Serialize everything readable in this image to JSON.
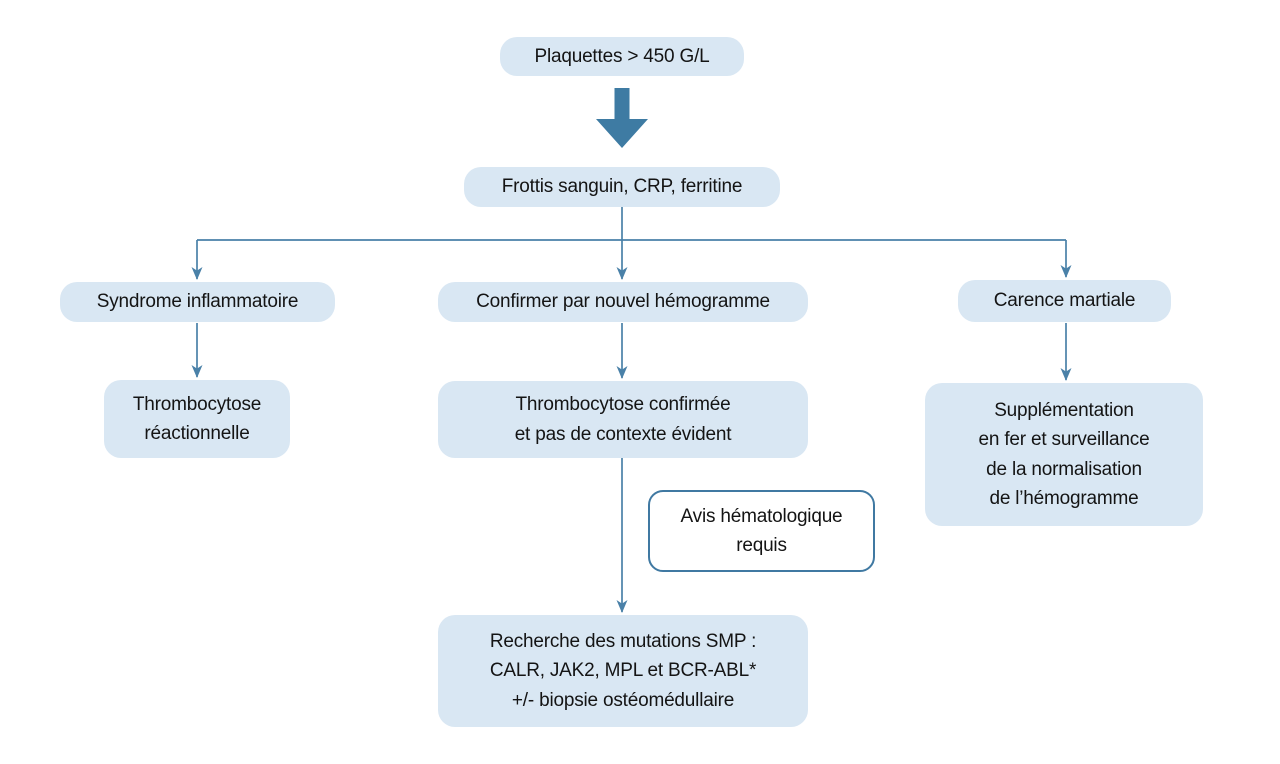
{
  "diagram": {
    "type": "flowchart",
    "language": "fr",
    "subject": "Conduite à tenir devant une thrombocytose",
    "nodes": {
      "plaquettes": {
        "label": "Plaquettes > 450 G/L",
        "style": "filled"
      },
      "frottis": {
        "label": "Frottis sanguin, CRP, ferritine",
        "style": "filled"
      },
      "syndrome_inflammatoire": {
        "label": "Syndrome inflammatoire",
        "style": "filled"
      },
      "confirmer_hemogramme": {
        "label": "Confirmer par nouvel hémogramme",
        "style": "filled"
      },
      "carence_martiale": {
        "label": "Carence martiale",
        "style": "filled"
      },
      "thrombocytose_reactionnelle": {
        "label": "Thrombocytose\nréactionnelle",
        "style": "filled"
      },
      "thrombocytose_confirmee": {
        "label": "Thrombocytose confirmée\net pas de contexte évident",
        "style": "filled"
      },
      "supplementation_fer": {
        "label": "Supplémentation\nen fer et surveillance\nde la normalisation\nde l’hémogramme",
        "style": "filled"
      },
      "avis_hematologique": {
        "label": "Avis hématologique\nrequis",
        "style": "outlined-callout"
      },
      "recherche_mutations": {
        "label": "Recherche des mutations SMP :\nCALR, JAK2, MPL et BCR-ABL*\n+/- biopsie ostéomédullaire",
        "style": "filled"
      }
    },
    "edges": [
      {
        "from": "plaquettes",
        "to": "frottis",
        "style": "thick-block-arrow"
      },
      {
        "from": "frottis",
        "to": "syndrome_inflammatoire",
        "style": "thin-arrow"
      },
      {
        "from": "frottis",
        "to": "confirmer_hemogramme",
        "style": "thin-arrow"
      },
      {
        "from": "frottis",
        "to": "carence_martiale",
        "style": "thin-arrow"
      },
      {
        "from": "syndrome_inflammatoire",
        "to": "thrombocytose_reactionnelle",
        "style": "thin-arrow"
      },
      {
        "from": "confirmer_hemogramme",
        "to": "thrombocytose_confirmee",
        "style": "thin-arrow"
      },
      {
        "from": "carence_martiale",
        "to": "supplementation_fer",
        "style": "thin-arrow"
      },
      {
        "from": "thrombocytose_confirmee",
        "to": "recherche_mutations",
        "style": "thin-arrow",
        "annotation": "avis_hematologique"
      }
    ]
  },
  "colors": {
    "box_fill": "#d9e7f3",
    "callout_fill": "#ffffff",
    "callout_border": "#4079a2",
    "connector": "#4a81a8",
    "block_arrow": "#3e7ba3",
    "text": "#141414",
    "page_bg": "#ffffff"
  }
}
